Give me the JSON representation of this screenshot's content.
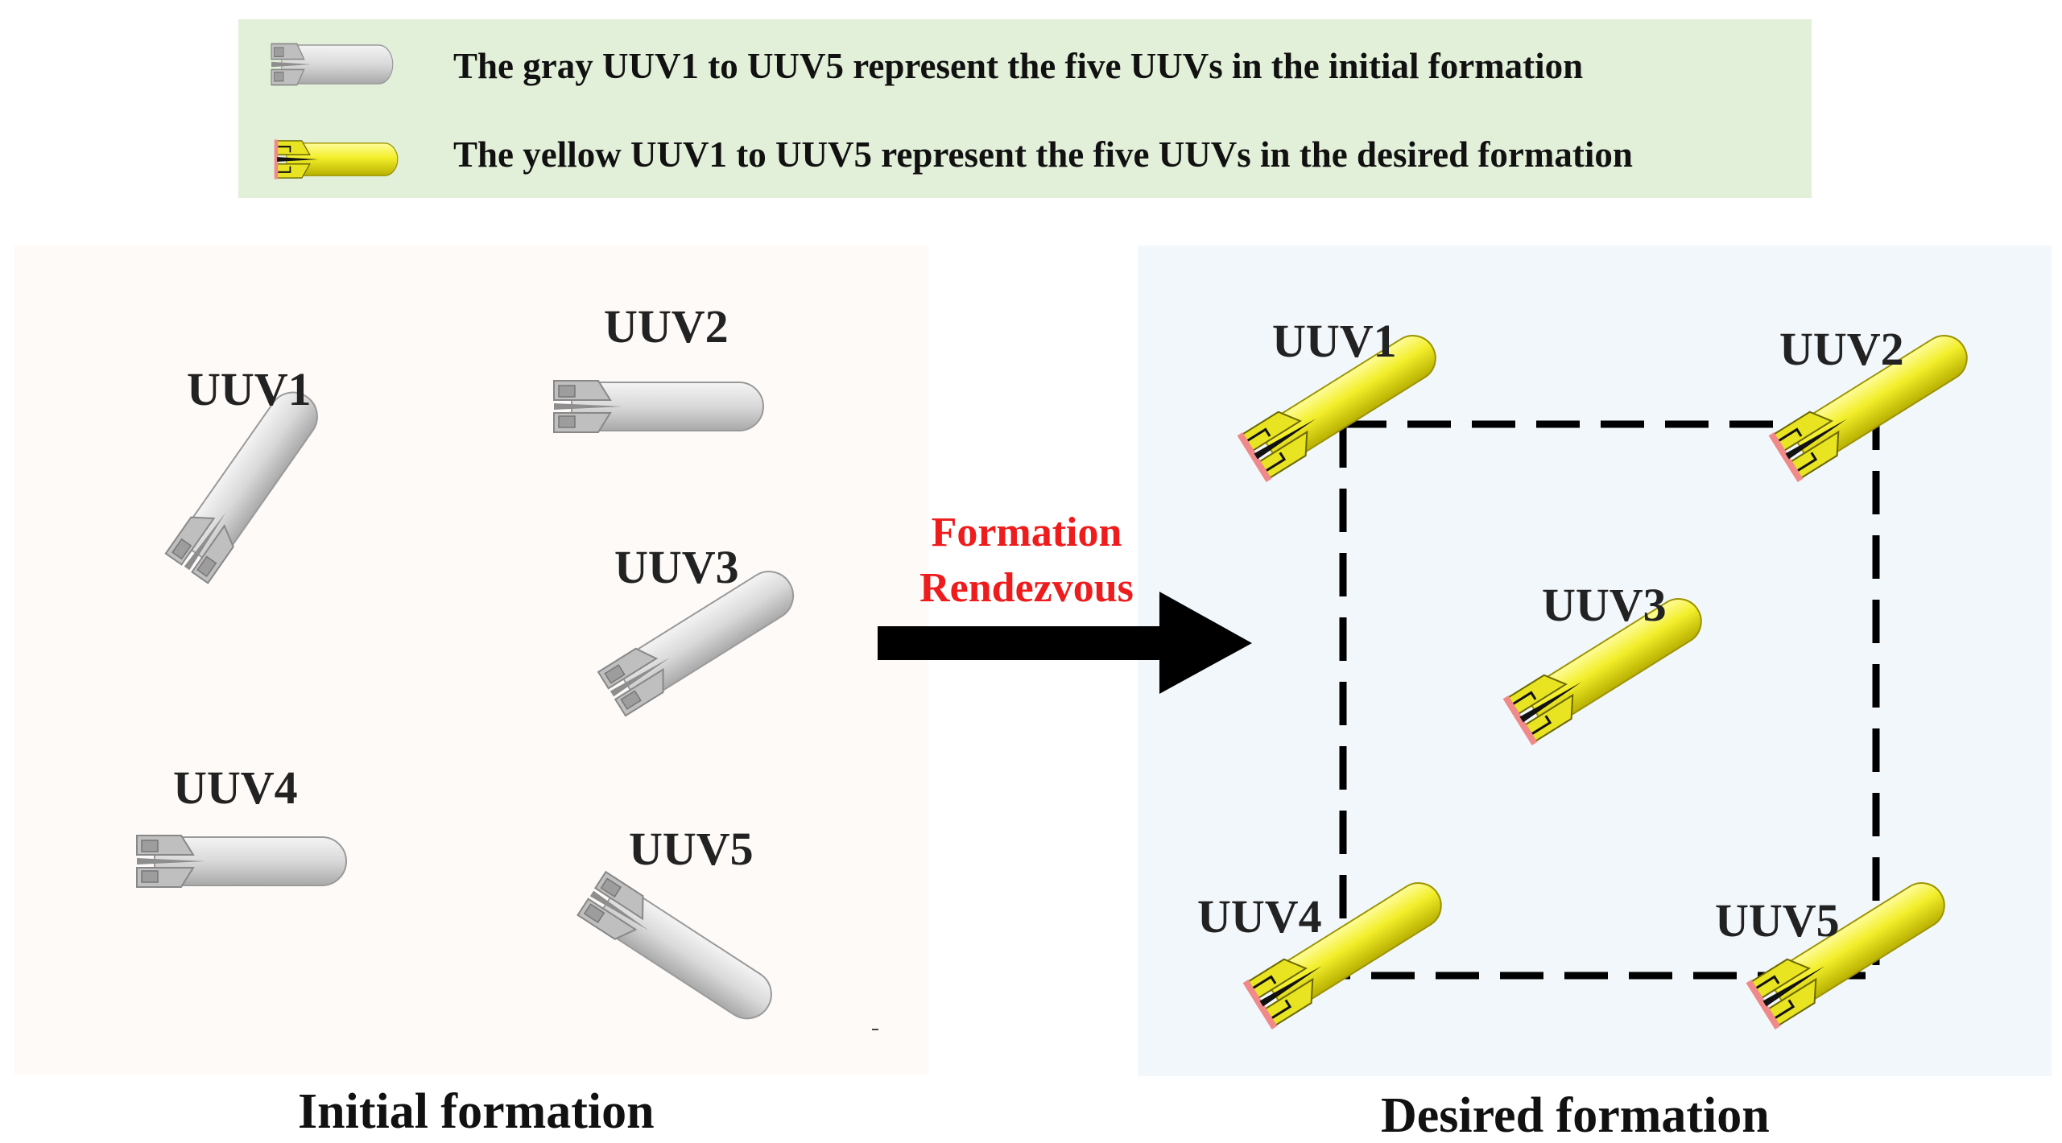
{
  "legend": {
    "gray_text": "The gray UUV1 to UUV5 represent the five UUVs in the initial formation",
    "yellow_text": "The yellow UUV1 to UUV5 represent the five UUVs in the desired formation",
    "gray_icon": "gray-uuv-icon",
    "yellow_icon": "yellow-uuv-icon"
  },
  "initial": {
    "caption": "Initial formation",
    "labels": [
      "UUV1",
      "UUV2",
      "UUV3",
      "UUV4",
      "UUV5"
    ]
  },
  "desired": {
    "caption": "Desired formation",
    "labels": [
      "UUV1",
      "UUV2",
      "UUV3",
      "UUV4",
      "UUV5"
    ]
  },
  "arrow": {
    "line1": "Formation",
    "line2": "Rendezvous"
  },
  "colors": {
    "legend_bg": "#e2efd9",
    "initial_bg": "#fdfaf7",
    "desired_bg": "#f2f7fb",
    "gray_uuv": "#d8d8d8",
    "yellow_uuv": "#f2ee2a",
    "arrow_text": "#ee1c1c"
  }
}
